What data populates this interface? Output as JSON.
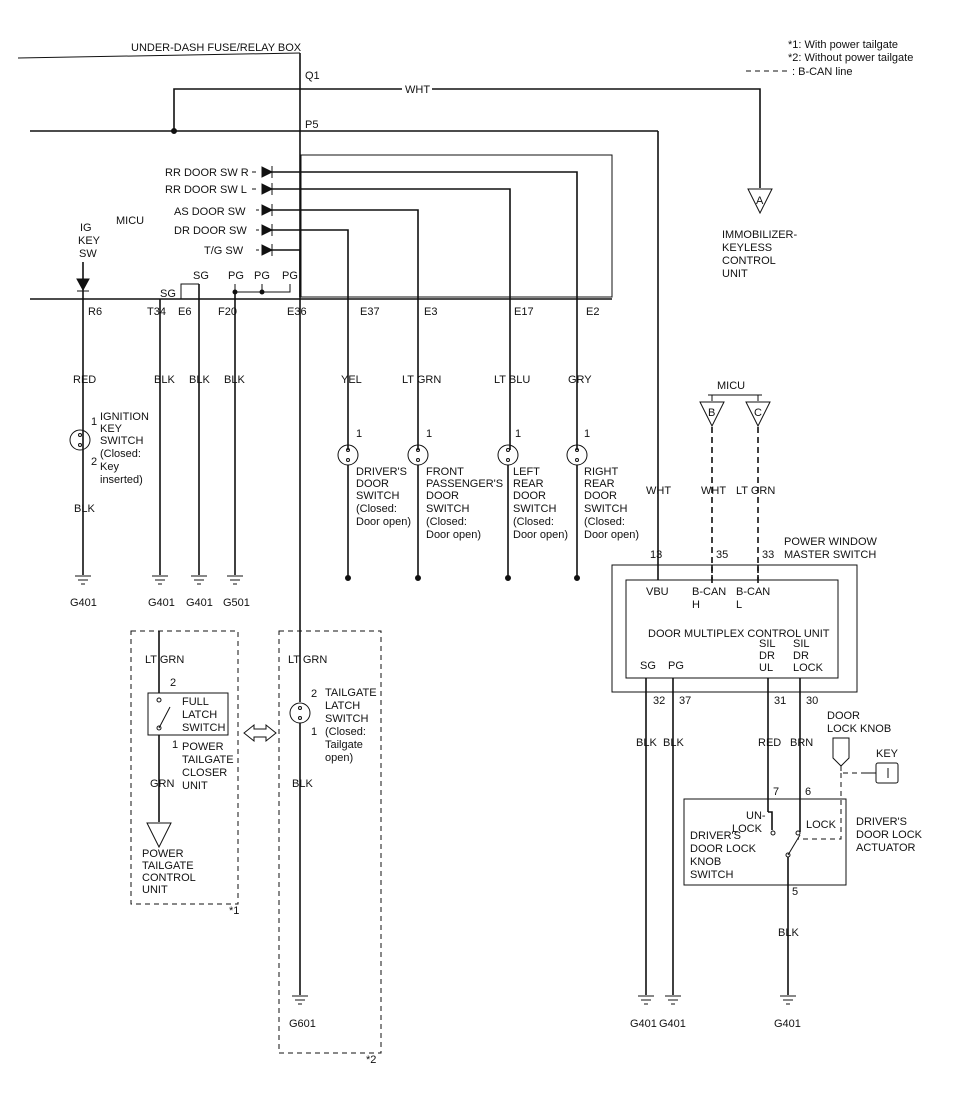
{
  "notes": {
    "n1": "*1: With power tailgate",
    "n2": "*2: Without power tailgate",
    "n3": ": B-CAN line"
  },
  "fuse_box": {
    "label": "UNDER-DASH FUSE/RELAY BOX",
    "q1": "Q1",
    "p5": "P5"
  },
  "wht_label": "WHT",
  "immobilizer": {
    "letter": "A",
    "l1": "IMMOBILIZER-",
    "l2": "KEYLESS",
    "l3": "CONTROL",
    "l4": "UNIT"
  },
  "micu_label": "MICU",
  "ig_key": {
    "l1": "IG",
    "l2": "KEY",
    "l3": "SW"
  },
  "micu_inputs": {
    "rr_r": "RR DOOR SW R",
    "rr_l": "RR DOOR SW L",
    "as": "AS DOOR SW",
    "dr": "DR DOOR SW",
    "tg": "T/G SW"
  },
  "micu_pins": {
    "sg1": "SG",
    "sg2": "SG",
    "pg1": "PG",
    "pg2": "PG",
    "pg3": "PG"
  },
  "terminals": [
    "R6",
    "T34",
    "E6",
    "F20",
    "E36",
    "E37",
    "E3",
    "E17",
    "E2"
  ],
  "wires": {
    "red": "RED",
    "blk1": "BLK",
    "blk2": "BLK",
    "blk3": "BLK",
    "yel": "YEL",
    "ltgrn": "LT GRN",
    "ltblu": "LT BLU",
    "gry": "GRY",
    "blk_ig": "BLK"
  },
  "ignition_switch": {
    "p1": "1",
    "p2": "2",
    "l1": "IGNITION",
    "l2": "KEY",
    "l3": "SWITCH",
    "l4": "(Closed:",
    "l5": "Key",
    "l6": "inserted)"
  },
  "door_switches": [
    {
      "pin": "1",
      "l1": "DRIVER'S",
      "l2": "DOOR",
      "l3": "SWITCH",
      "l4": "(Closed:",
      "l5": "Door open)"
    },
    {
      "pin": "1",
      "l1": "FRONT",
      "l2": "PASSENGER'S",
      "l3": "DOOR",
      "l4": "SWITCH",
      "l5": "(Closed:",
      "l6": "Door open)"
    },
    {
      "pin": "1",
      "l1": "LEFT",
      "l2": "REAR",
      "l3": "DOOR",
      "l4": "SWITCH",
      "l5": "(Closed:",
      "l6": "Door open)"
    },
    {
      "pin": "1",
      "l1": "RIGHT",
      "l2": "REAR",
      "l3": "DOOR",
      "l4": "SWITCH",
      "l5": "(Closed:",
      "l6": "Door open)"
    }
  ],
  "grounds_top": [
    "G401",
    "G401",
    "G401",
    "G501"
  ],
  "tailgate1": {
    "wire_top": "LT GRN",
    "pin2": "2",
    "pin1": "1",
    "sw1": "FULL",
    "sw2": "LATCH",
    "sw3": "SWITCH",
    "u1": "POWER",
    "u2": "TAILGATE",
    "u3": "CLOSER",
    "u4": "UNIT",
    "wire_bot": "GRN",
    "c1": "POWER",
    "c2": "TAILGATE",
    "c3": "CONTROL",
    "c4": "UNIT",
    "note": "*1"
  },
  "tailgate2": {
    "wire_top": "LT GRN",
    "pin2": "2",
    "pin1": "1",
    "l1": "TAILGATE",
    "l2": "LATCH",
    "l3": "SWITCH",
    "l4": "(Closed:",
    "l5": "Tailgate",
    "l6": "open)",
    "wire_bot": "BLK",
    "ground": "G601",
    "note": "*2"
  },
  "micu_can": {
    "label": "MICU",
    "b": "B",
    "c": "C"
  },
  "pwms": {
    "title1": "POWER WINDOW",
    "title2": "MASTER SWITCH",
    "wire_vbu": "WHT",
    "wire_canh": "WHT",
    "wire_canl": "LT GRN",
    "pin13": "13",
    "pin35": "35",
    "pin33": "33",
    "vbu": "VBU",
    "canh1": "B-CAN",
    "canh2": "H",
    "canl1": "B-CAN",
    "canl2": "L",
    "dmcu": "DOOR MULTIPLEX CONTROL UNIT",
    "sg": "SG",
    "pg": "PG",
    "ul1": "SIL",
    "ul2": "DR",
    "ul3": "UL",
    "lk1": "SIL",
    "lk2": "DR",
    "lk3": "LOCK",
    "pin32": "32",
    "pin37": "37",
    "pin31": "31",
    "pin30": "30",
    "w32": "BLK",
    "w37": "BLK",
    "w31": "RED",
    "w30": "BRN"
  },
  "lock_knob": {
    "l1": "DOOR",
    "l2": "LOCK KNOB",
    "key": "KEY"
  },
  "actuator": {
    "pin7": "7",
    "pin6": "6",
    "pin5": "5",
    "unlock1": "UN-",
    "unlock2": "LOCK",
    "lock": "LOCK",
    "sw1": "DRIVER'S",
    "sw2": "DOOR LOCK",
    "sw3": "KNOB",
    "sw4": "SWITCH",
    "a1": "DRIVER'S",
    "a2": "DOOR LOCK",
    "a3": "ACTUATOR",
    "wire5": "BLK"
  },
  "grounds_bottom": [
    "G401",
    "G401",
    "G401"
  ]
}
